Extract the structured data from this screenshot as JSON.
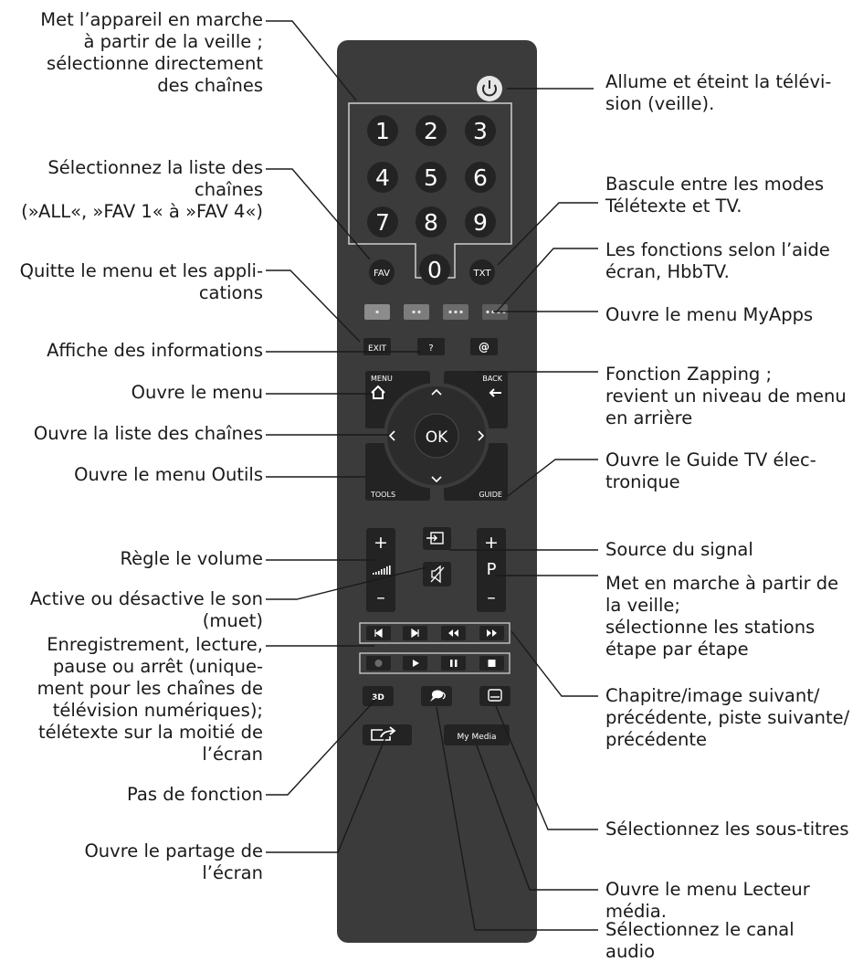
{
  "labels_left": [
    {
      "id": "numbers",
      "text": "Met l’appareil en marche\nà partir de la veille ;\nsélectionne directement\ndes chaînes"
    },
    {
      "id": "channel-list-select",
      "text": "Sélectionnez la liste des\nchaînes\n(»ALL«, »FAV 1« à »FAV 4«)"
    },
    {
      "id": "exit",
      "text": "Quitte le menu et les appli-\ncations"
    },
    {
      "id": "info",
      "text": "Affiche des informations"
    },
    {
      "id": "menu",
      "text": "Ouvre le menu"
    },
    {
      "id": "ok",
      "text": "Ouvre la liste des chaînes"
    },
    {
      "id": "tools",
      "text": "Ouvre le menu Outils"
    },
    {
      "id": "volume",
      "text": "Règle le volume"
    },
    {
      "id": "mute",
      "text": "Active ou désactive le son\n(muet)"
    },
    {
      "id": "record-play",
      "text": "Enregistrement, lecture,\npause ou arrêt (unique-\nment pour les chaînes de\ntélévision numériques);\ntélétexte sur la moitié de\nl’écran"
    },
    {
      "id": "3d",
      "text": "Pas de fonction"
    },
    {
      "id": "share",
      "text": "Ouvre le partage de\nl’écran"
    }
  ],
  "labels_right": [
    {
      "id": "power",
      "text": "Allume et éteint la télévi-\nsion (veille)."
    },
    {
      "id": "txt",
      "text": "Bascule entre les modes\nTélétexte et TV."
    },
    {
      "id": "color-keys",
      "text": "Les fonctions selon l’aide\nécran, HbbTV."
    },
    {
      "id": "myapps",
      "text": "Ouvre le menu MyApps"
    },
    {
      "id": "back",
      "text": "Fonction Zapping ;\nrevient un niveau de menu\nen arrière"
    },
    {
      "id": "guide",
      "text": "Ouvre le Guide TV élec-\ntronique"
    },
    {
      "id": "source",
      "text": "Source du signal"
    },
    {
      "id": "program",
      "text": "Met en marche à partir de\nla veille;\nsélectionne les stations\nétape par étape"
    },
    {
      "id": "chapters",
      "text": "Chapitre/image suivant/\nprécédente, piste suivante/\nprécédente"
    },
    {
      "id": "subtitles",
      "text": "Sélectionnez les sous-titres"
    },
    {
      "id": "mymedia",
      "text": "Ouvre le menu Lecteur\nmédia."
    },
    {
      "id": "audio",
      "text": "Sélectionnez le canal\naudio"
    }
  ],
  "remote": {
    "digits": [
      "1",
      "2",
      "3",
      "4",
      "5",
      "6",
      "7",
      "8",
      "9",
      "0"
    ],
    "fav": "FAV",
    "txt": "TXT",
    "exit": "EXIT",
    "help": "?",
    "myapps": "@",
    "menu": "MENU",
    "back": "BACK",
    "ok": "OK",
    "tools": "TOOLS",
    "guide": "GUIDE",
    "vol_plus": "+",
    "vol_minus": "–",
    "prog_plus": "+",
    "prog_label": "P",
    "prog_minus": "–",
    "three_d": "3D",
    "my_media": "My Media"
  },
  "colors": {
    "remote_body": "#3b3b3b",
    "button": "#232323",
    "button_text": "#ffffff",
    "outline": "#cfcfcf",
    "text": "#1a1a1a",
    "leader": "#1a1a1a"
  }
}
